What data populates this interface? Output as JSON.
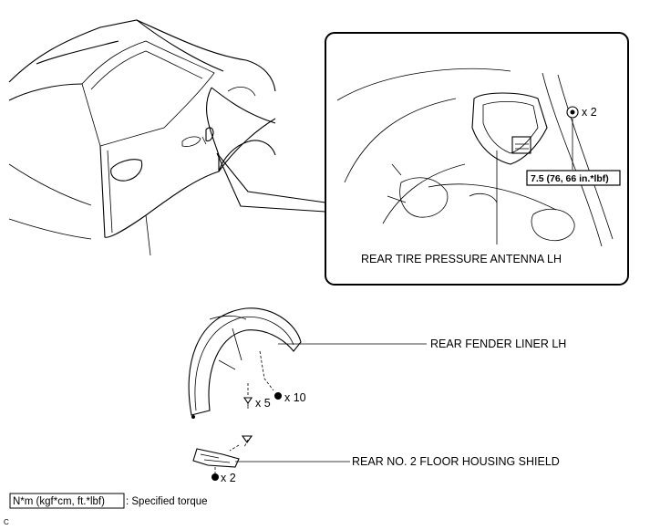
{
  "labels": {
    "antenna": "REAR TIRE PRESSURE ANTENNA LH",
    "fender_liner": "REAR FENDER LINER LH",
    "floor_shield": "REAR NO. 2 FLOOR HOUSING SHIELD"
  },
  "torque": {
    "value": "7.5 (76, 66 in.*lbf)"
  },
  "quantities": {
    "antenna_nut": "x 2",
    "liner_screws": "x 5",
    "liner_clips": "x 10",
    "shield_clips": "x 2"
  },
  "legend": {
    "unit_box": "N*m (kgf*cm, ft.*lbf)",
    "text": ": Specified torque"
  },
  "figure_code": "C"
}
